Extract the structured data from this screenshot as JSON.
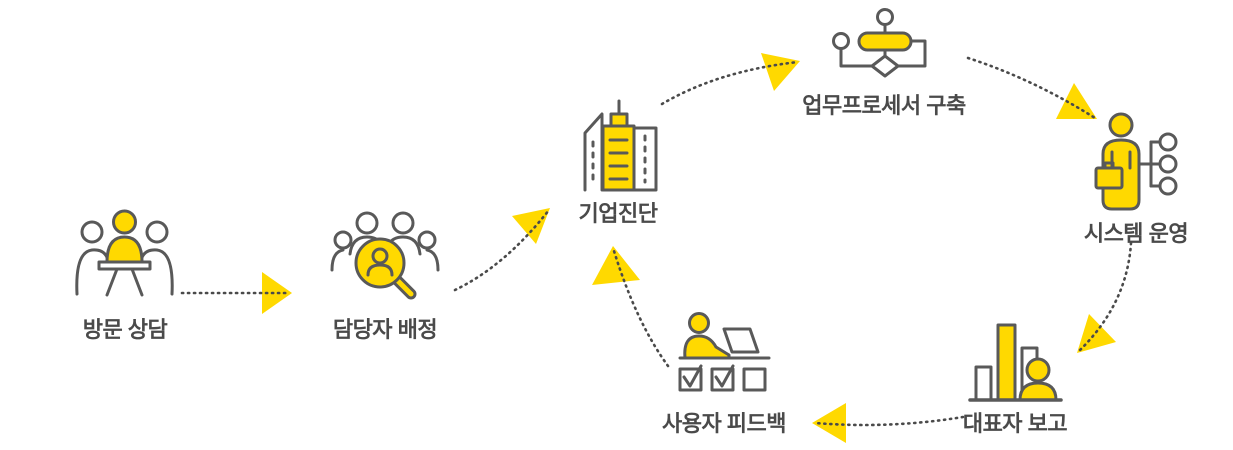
{
  "diagram": {
    "type": "process-cycle",
    "colors": {
      "accent_yellow": "#FFD900",
      "icon_outline": "#595959",
      "label_text": "#4A4A4A",
      "arrow_dots": "#4A4A4A",
      "background": "#FFFFFF"
    },
    "steps": [
      {
        "label": "방문 상담",
        "icon": "meeting-consultation-icon"
      },
      {
        "label": "담당자 배정",
        "icon": "assignee-search-icon"
      },
      {
        "label": "기업진단",
        "icon": "company-buildings-icon"
      },
      {
        "label": "업무프로세서 구축",
        "icon": "process-flowchart-icon"
      },
      {
        "label": "시스템 운영",
        "icon": "system-operation-icon"
      },
      {
        "label": "대표자 보고",
        "icon": "report-chart-icon"
      },
      {
        "label": "사용자 피드백",
        "icon": "user-feedback-icon"
      }
    ],
    "connections": [
      {
        "from": "방문 상담",
        "to": "담당자 배정"
      },
      {
        "from": "담당자 배정",
        "to": "기업진단"
      },
      {
        "from": "기업진단",
        "to": "업무프로세서 구축"
      },
      {
        "from": "업무프로세서 구축",
        "to": "시스템 운영"
      },
      {
        "from": "시스템 운영",
        "to": "대표자 보고"
      },
      {
        "from": "대표자 보고",
        "to": "사용자 피드백"
      },
      {
        "from": "사용자 피드백",
        "to": "기업진단"
      }
    ]
  }
}
